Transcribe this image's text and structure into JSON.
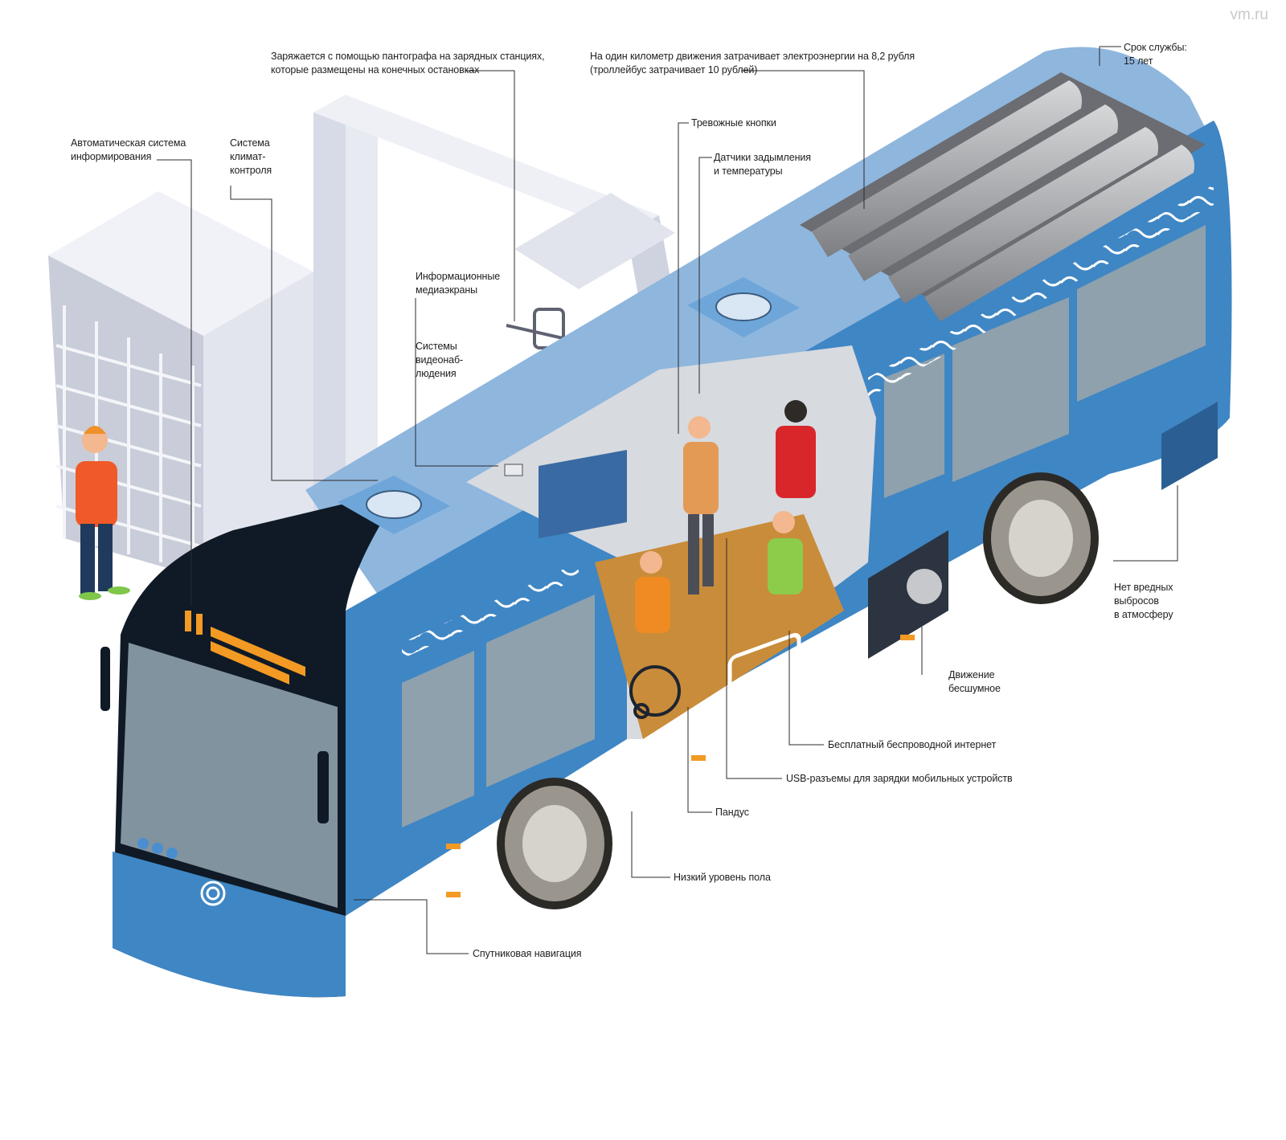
{
  "watermark": "vm.ru",
  "callouts": {
    "auto_info": "Автоматическая система\nинформирования",
    "climate": "Система\nклимат-\nконтроля",
    "pantograph": "Заряжается с помощью пантографа на зарядных станциях,\nкоторые размещены на конечных остановках",
    "media_screens": "Информационные\nмедиаэкраны",
    "video": "Системы\nвидеонаб-\nлюдения",
    "alarm_buttons": "Тревожные кнопки",
    "energy_cost": "На один километр движения затрачивает электроэнергии на 8,2 рубля\n(троллейбус затрачивает 10 рублей)",
    "smoke_sensors": "Датчики задымления\nи температуры",
    "service_life": "Срок службы:\n15 лет",
    "no_emissions": "Нет вредных\nвыбросов\nв атмосферу",
    "silent": "Движение\nбесшумное",
    "wifi": "Бесплатный беспроводной интернет",
    "usb": "USB-разъемы для зарядки мобильных устройств",
    "ramp": "Пандус",
    "low_floor": "Низкий уровень пола",
    "satnav": "Спутниковая навигация"
  },
  "colors": {
    "bus_body": "#3f86c4",
    "bus_roof": "#8fb6dd",
    "bus_dark": "#0f1a26",
    "window": "#8ea1ad",
    "floor": "#c98c3a",
    "pantograph": "#d7dae7",
    "accent_orange": "#f29a24",
    "batteries": "#a7a9ac"
  },
  "icons": [
    "pantograph-icon",
    "battery-icon",
    "wheelchair-icon",
    "bus-logo-icon",
    "vent-icon",
    "camera-icon"
  ]
}
